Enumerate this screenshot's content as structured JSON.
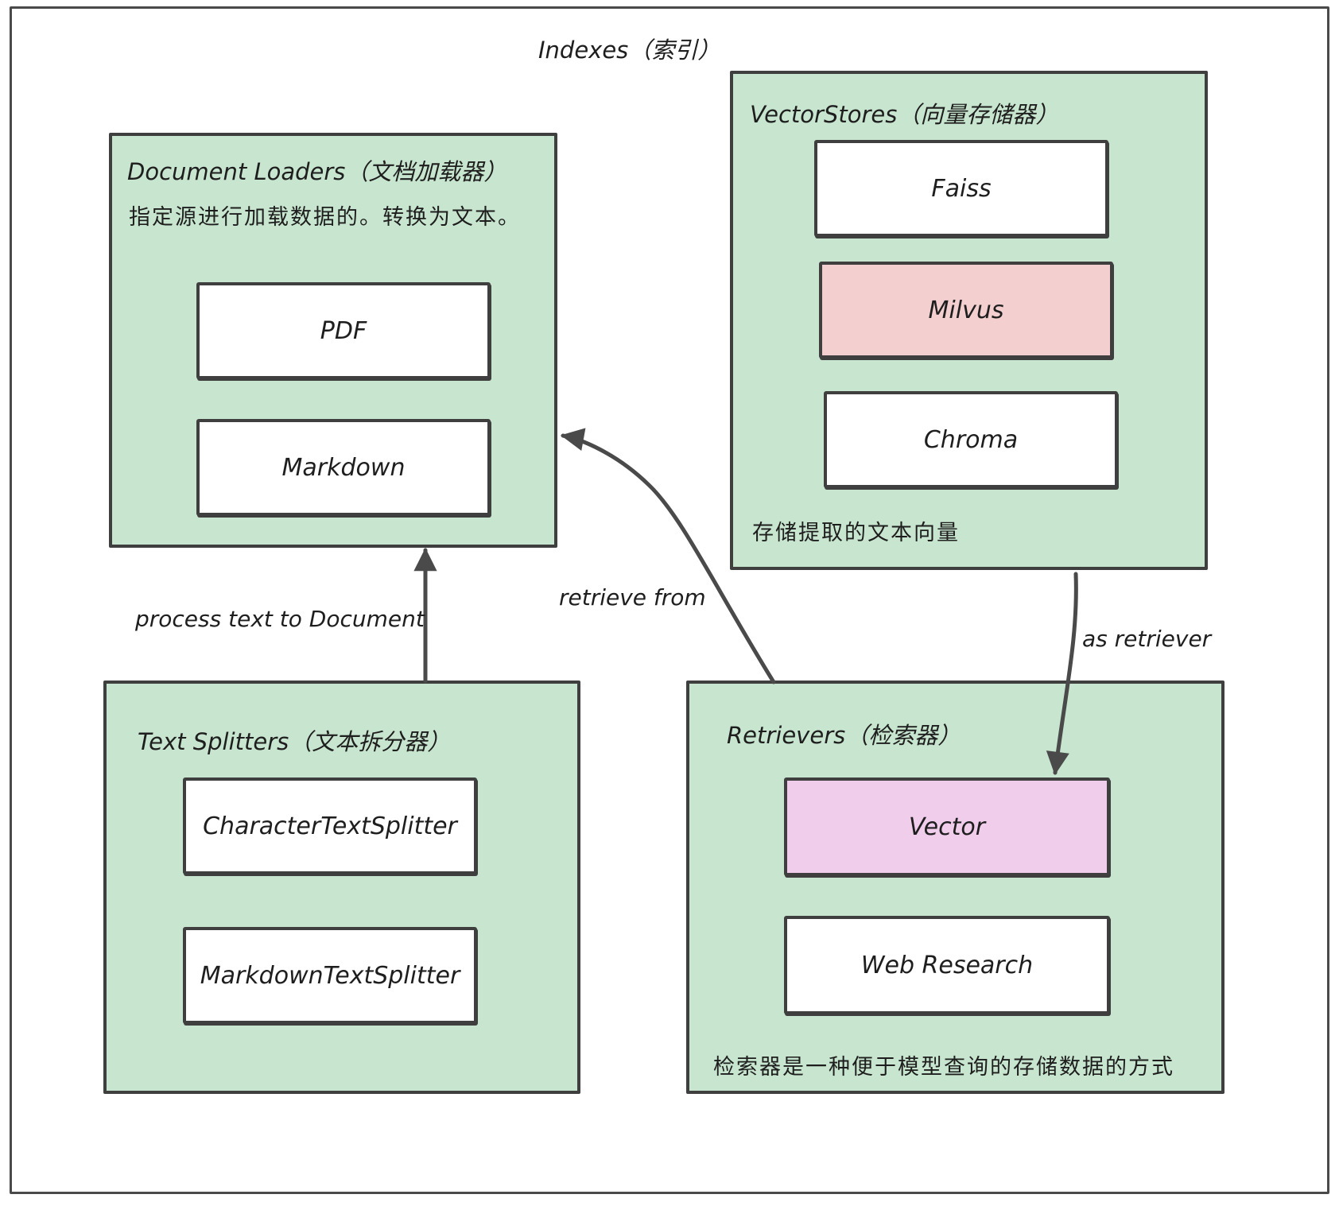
{
  "diagram": {
    "title": "Indexes（索引）",
    "groups": {
      "document_loaders": {
        "title": "Document Loaders（文档加载器）",
        "description": "指定源进行加载数据的。转换为文本。",
        "items": [
          "PDF",
          "Markdown"
        ]
      },
      "vector_stores": {
        "title": "VectorStores（向量存储器）",
        "description": "存储提取的文本向量",
        "items": [
          "Faiss",
          "Milvus",
          "Chroma"
        ]
      },
      "text_splitters": {
        "title": "Text Splitters（文本拆分器）",
        "items": [
          "CharacterTextSplitter",
          "MarkdownTextSplitter"
        ]
      },
      "retrievers": {
        "title": "Retrievers（检索器）",
        "description": "检索器是一种便于模型查询的存储数据的方式",
        "items": [
          "Vector",
          "Web Research"
        ]
      }
    },
    "edges": {
      "process_text": "process text to Document",
      "retrieve_from": "retrieve from",
      "as_retriever": "as retriever"
    },
    "colors": {
      "group_fill": "#c8e6cf",
      "item_fill": "#ffffff",
      "milvus_fill": "#f3cfcf",
      "vector_fill": "#f1cdec",
      "stroke": "#3f3f3f"
    }
  }
}
